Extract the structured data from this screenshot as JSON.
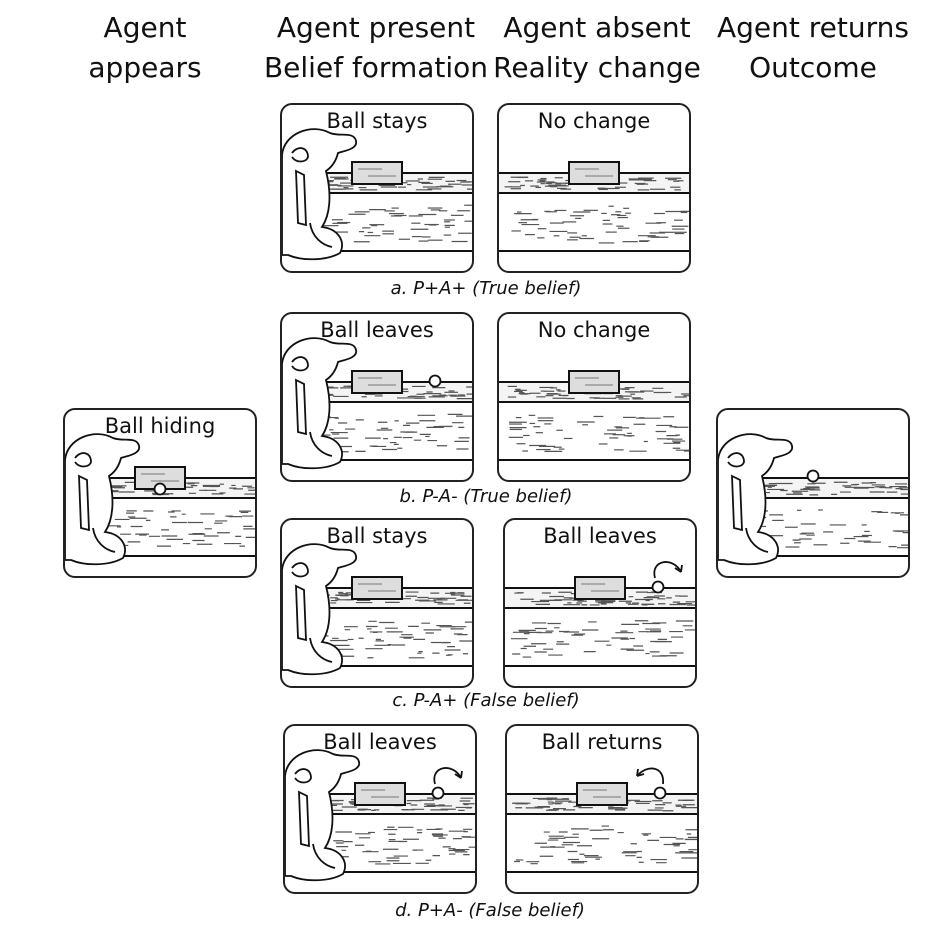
{
  "headers": [
    {
      "line1": "Agent",
      "line2": "appears"
    },
    {
      "line1": "Agent present",
      "line2": "Belief formation"
    },
    {
      "line1": "Agent absent",
      "line2": "Reality change"
    },
    {
      "line1": "Agent returns",
      "line2": "Outcome"
    }
  ],
  "intro_panel": {
    "title": "Ball hiding",
    "agent": true,
    "box": true,
    "ball": "in-box",
    "arrow": "none"
  },
  "outcome_panel": {
    "title": "",
    "agent": true,
    "box": false,
    "ball": "center",
    "arrow": "none"
  },
  "conditions": [
    {
      "caption": "a. P+A+ (True belief)",
      "present": {
        "title": "Ball stays",
        "agent": true,
        "box": true,
        "ball": "none",
        "arrow": "none"
      },
      "absent": {
        "title": "No change",
        "agent": false,
        "box": true,
        "ball": "none",
        "arrow": "none"
      }
    },
    {
      "caption": "b. P-A- (True belief)",
      "present": {
        "title": "Ball leaves",
        "agent": true,
        "box": true,
        "ball": "right",
        "arrow": "none"
      },
      "absent": {
        "title": "No change",
        "agent": false,
        "box": true,
        "ball": "none",
        "arrow": "none"
      }
    },
    {
      "caption": "c. P-A+ (False belief)",
      "present": {
        "title": "Ball stays",
        "agent": true,
        "box": true,
        "ball": "none",
        "arrow": "none"
      },
      "absent": {
        "title": "Ball leaves",
        "agent": false,
        "box": true,
        "ball": "right",
        "arrow": "out"
      }
    },
    {
      "caption": "d. P+A- (False  belief)",
      "present": {
        "title": "Ball leaves",
        "agent": true,
        "box": true,
        "ball": "right",
        "arrow": "out"
      },
      "absent": {
        "title": "Ball returns",
        "agent": false,
        "box": true,
        "ball": "right",
        "arrow": "in"
      }
    }
  ]
}
